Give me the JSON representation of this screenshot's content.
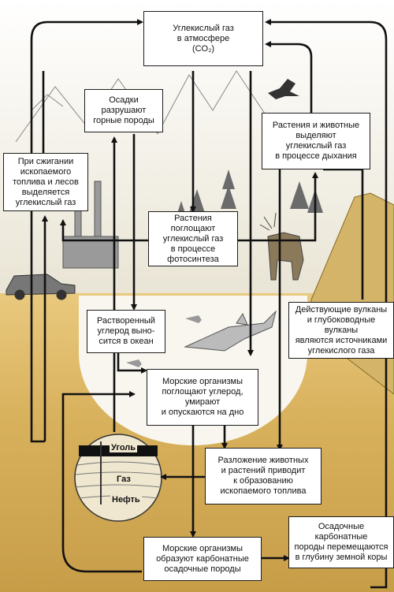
{
  "boxes": {
    "co2": "Углекислый газ\nв атмосфере\n(CO₂)",
    "precip": "Осадки\nразрушают\nгорные породы",
    "breathing": "Растения и животные\nвыделяют\nуглекислый газ\nв процессе дыхания",
    "burning": "При сжигании\nископаемого\nтоплива и лесов\nвыделяется\nуглекислый газ",
    "photosynthesis": "Растения\nпоглощают\nуглекислый газ\nв процессе\nфотосинтеза",
    "dissolved": "Растворенный\nуглерод выно-\nсится в океан",
    "volcanoes": "Действующие вулканы\nи глубоководные\nвулканы\nявляются источниками\nуглекислого газа",
    "marine_absorb": "Морские организмы\nпоглощают углерод,\nумирают\nи опускаются на дно",
    "decomposition": "Разложение животных\nи растений приводит\nк образованию\nископаемого топлива",
    "sediments": "Осадочные карбонатные\nпороды перемещаются\nв глубину земной коры",
    "marine_carbonate": "Морские организмы\nобразуют карбонатные\nосадочные породы"
  },
  "fossil_labels": {
    "coal": "Уголь",
    "gas": "Газ",
    "oil": "Нефть"
  },
  "colors": {
    "ground": "#d9b25e",
    "sky": "#f2efe5",
    "line": "#111111"
  }
}
